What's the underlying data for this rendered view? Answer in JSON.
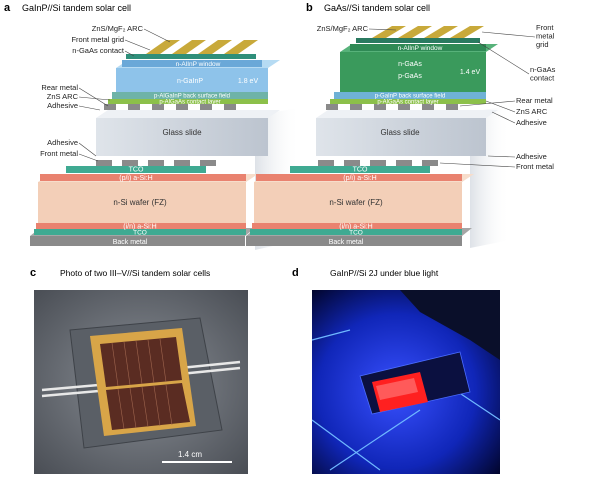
{
  "panel_a": {
    "letter": "a",
    "title": "GaInP//Si tandem solar cell",
    "labels": {
      "arc": "ZnS/MgF₂ ARC",
      "front_grid": "Front metal grid",
      "contact": "n-GaAs contact",
      "rear_metal": "Rear metal",
      "zns_arc": "ZnS ARC",
      "adhesive_top": "Adhesive",
      "adhesive_bottom": "Adhesive",
      "front_metal": "Front metal"
    },
    "layers": {
      "window": "n-AlInP window",
      "absorber": "n-GaInP",
      "bandgap": "1.8 eV",
      "bsf": "p-AlGaInP back surface field",
      "contact_layer": "p-AlGaAs contact layer",
      "glass": "Glass slide",
      "tco_top": "TCO",
      "asi_top": "(p/i) a-Si:H",
      "wafer": "n-Si wafer (FZ)",
      "asi_bottom": "(i/n) a-Si:H",
      "tco_bottom": "TCO",
      "back_metal": "Back metal"
    }
  },
  "panel_b": {
    "letter": "b",
    "title": "GaAs//Si tandem solar cell",
    "labels": {
      "arc": "ZnS/MgF₂ ARC",
      "front_grid": "Front metal grid",
      "contact": "n-GaAs contact",
      "rear_metal": "Rear metal",
      "zns_arc": "ZnS ARC",
      "adhesive_top": "Adhesive",
      "adhesive_bottom": "Adhesive",
      "front_metal": "Front metal"
    },
    "layers": {
      "window": "n-AlInP window",
      "absorber_n": "n-GaAs",
      "absorber_p": "p-GaAs",
      "bandgap": "1.4 eV",
      "bsf": "p-GaInP back surface field",
      "contact_layer": "p-AlGaAs contact layer",
      "glass": "Glass slide",
      "tco_top": "TCO",
      "asi_top": "(p/i) a-Si:H",
      "wafer": "n-Si wafer (FZ)",
      "asi_bottom": "(i/n) a-Si:H",
      "tco_bottom": "TCO",
      "back_metal": "Back metal"
    }
  },
  "panel_c": {
    "letter": "c",
    "title": "Photo of two III–V//Si tandem solar cells",
    "scale_bar": "1.4 cm"
  },
  "panel_d": {
    "letter": "d",
    "title": "GaInP//Si 2J under blue light"
  },
  "colors": {
    "gold_grid": "#c8a93a",
    "window_a": "#6aa8d8",
    "absorber_a": "#8ec3ea",
    "absorber_b": "#3a9a5c",
    "window_b": "#2f8a55",
    "bsf": "#8cc04a",
    "contact": "#3fae9a",
    "glass": "#d9dee6",
    "tco": "#3faa92",
    "asi": "#e9826f",
    "wafer": "#f3cfb8",
    "back_metal": "#8a8a8a",
    "photo_bg": "#6b7077",
    "blue_glow": "#1a3cff",
    "red_cell": "#ff2020"
  }
}
